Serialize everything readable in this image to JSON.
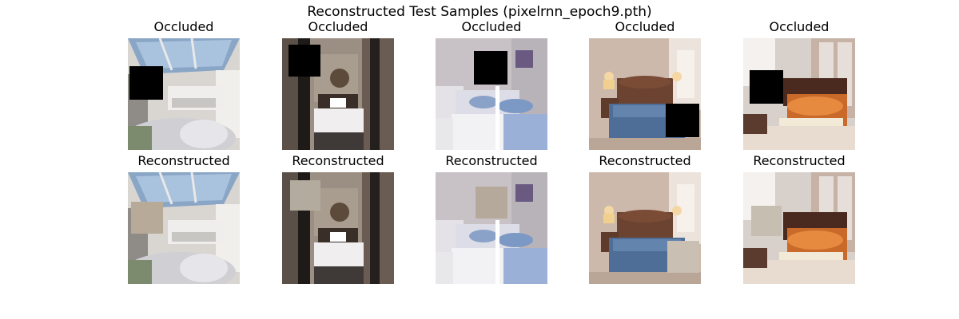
{
  "figure": {
    "title": "Reconstructed Test Samples (pixelrnn_epoch9.pth)"
  },
  "rows": [
    {
      "row_label": "occluded",
      "panels": [
        {
          "title": "Occluded",
          "scene": "bedroom-skylight",
          "occluder": "black-square"
        },
        {
          "title": "Occluded",
          "scene": "bedroom-canopy-frame",
          "occluder": "black-square"
        },
        {
          "title": "Occluded",
          "scene": "bedroom-white-bed",
          "occluder": "black-square"
        },
        {
          "title": "Occluded",
          "scene": "bedroom-blue-bed-lamps",
          "occluder": "black-square"
        },
        {
          "title": "Occluded",
          "scene": "bedroom-orange-bed",
          "occluder": "black-square"
        }
      ]
    },
    {
      "row_label": "reconstructed",
      "panels": [
        {
          "title": "Reconstructed",
          "scene": "bedroom-skylight",
          "occluder": "inpainted-patch"
        },
        {
          "title": "Reconstructed",
          "scene": "bedroom-canopy-frame",
          "occluder": "inpainted-patch"
        },
        {
          "title": "Reconstructed",
          "scene": "bedroom-white-bed",
          "occluder": "inpainted-patch"
        },
        {
          "title": "Reconstructed",
          "scene": "bedroom-blue-bed-lamps",
          "occluder": "inpainted-patch"
        },
        {
          "title": "Reconstructed",
          "scene": "bedroom-orange-bed",
          "occluder": "inpainted-patch"
        }
      ]
    }
  ],
  "colors": {
    "occluder": "#000000",
    "patch": "#b4aa9b"
  }
}
